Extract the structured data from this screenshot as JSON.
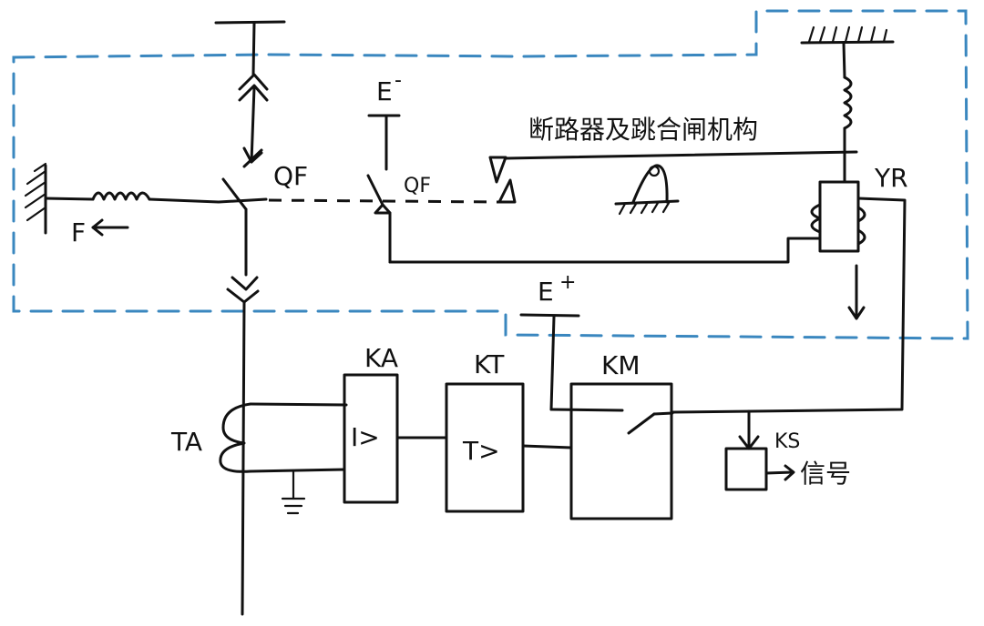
{
  "diagram": {
    "title": "断路器及跳合闸机构",
    "labels": {
      "qf_main": "QF",
      "qf_aux": "QF",
      "e_minus": "E",
      "e_minus_sup": "-",
      "e_plus": "E",
      "e_plus_sup": "+",
      "spring_force": "F",
      "yr": "YR",
      "ta": "TA",
      "ka": "KA",
      "kt": "KT",
      "km": "KM",
      "ks": "KS",
      "ka_function": "I>",
      "kt_function": "T>",
      "signal": "信号"
    },
    "colors": {
      "ink": "#111111",
      "boundary": "#3a87bf",
      "background": "#ffffff"
    }
  }
}
